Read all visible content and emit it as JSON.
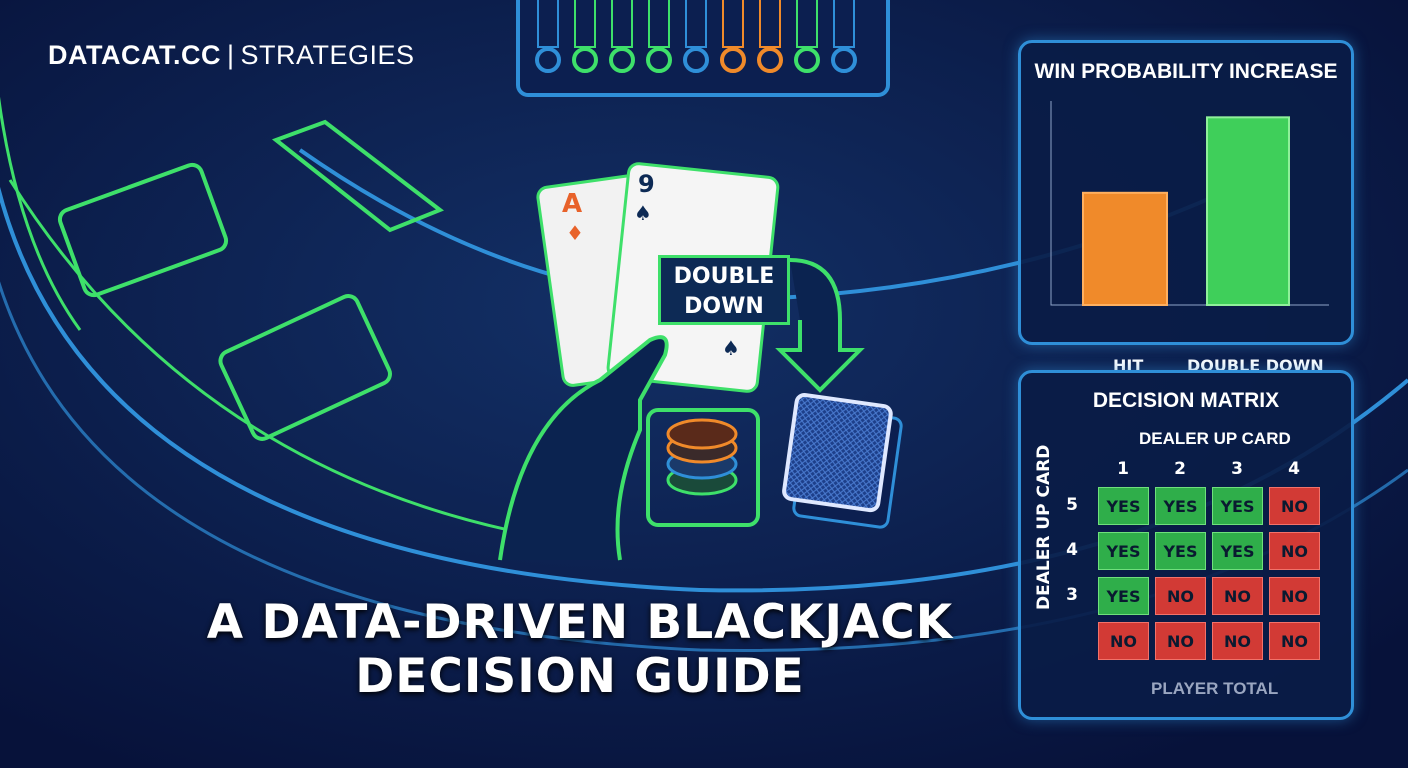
{
  "brand": {
    "name": "DATACAT.CC",
    "separator": "|",
    "section": "STRATEGIES"
  },
  "title": {
    "line1": "A DATA-DRIVEN BLACKJACK",
    "line2": "DECISION GUIDE"
  },
  "callout": {
    "line1": "DOUBLE",
    "line2": "DOWN"
  },
  "cards": [
    {
      "rank": "A",
      "suit": "diamond",
      "color": "#e8622a"
    },
    {
      "rank": "9",
      "suit": "spade",
      "color": "#0d2a55"
    }
  ],
  "colors": {
    "background": "#0a1a44",
    "neon_green": "#3ee06a",
    "neon_blue": "#2f8fd8",
    "orange": "#f08a2a",
    "yes": "#2fae4a",
    "no": "#d23a35"
  },
  "win_chart": {
    "title": "WIN PROBABILITY INCREASE",
    "chart_data": {
      "type": "bar",
      "title": "WIN PROBABILITY INCREASE",
      "categories": [
        "HIT",
        "DOUBLE DOWN"
      ],
      "values": [
        0.55,
        0.92
      ],
      "colors": [
        "#f08a2a",
        "#3fcf5a"
      ],
      "grid": false
    }
  },
  "matrix": {
    "title": "DECISION MATRIX",
    "column_header": "DEALER UP CARD",
    "row_header": "DEALER UP CARD",
    "x_label": "PLAYER TOTAL",
    "columns": [
      "1",
      "2",
      "3",
      "4"
    ],
    "rows": [
      {
        "label": "5",
        "cells": [
          "YES",
          "YES",
          "YES",
          "NO"
        ]
      },
      {
        "label": "4",
        "cells": [
          "YES",
          "YES",
          "YES",
          "NO"
        ]
      },
      {
        "label": "3",
        "cells": [
          "YES",
          "NO",
          "NO",
          "NO"
        ]
      },
      {
        "label": "",
        "cells": [
          "NO",
          "NO",
          "NO",
          "NO"
        ]
      }
    ]
  }
}
